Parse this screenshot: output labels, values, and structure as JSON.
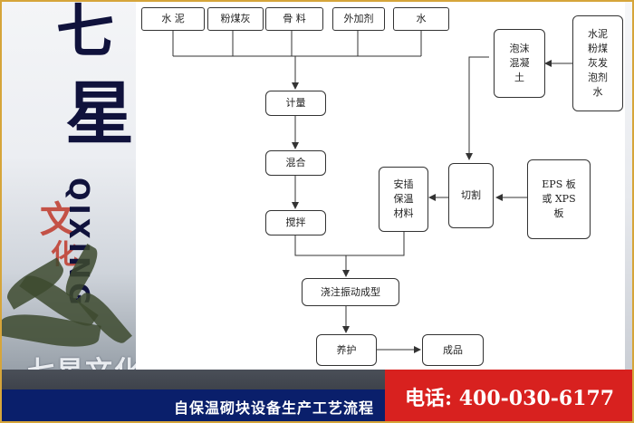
{
  "branding": {
    "logo_char_1": "七",
    "logo_char_2": "星",
    "logo_char_3": "文",
    "logo_char_4": "化",
    "logo_pinyin": "QIXING",
    "stamp_text": "七星文化"
  },
  "flowchart": {
    "materials": [
      "水 泥",
      "粉煤灰",
      "骨 料",
      "外加剂",
      "水"
    ],
    "metering": "计量",
    "mixing": "混合",
    "stirring": "搅拌",
    "insulation_material": [
      "安插",
      "保温",
      "材料"
    ],
    "cutting": "切割",
    "foam_concrete": [
      "泡沫",
      "混凝",
      "土"
    ],
    "foam_inputs": [
      "水泥",
      "粉煤",
      "灰发",
      "泡剂",
      "水"
    ],
    "eps_board": [
      "EPS 板",
      "或 XPS",
      "板"
    ],
    "casting": "浇注振动成型",
    "curing": "养护",
    "product": "成品"
  },
  "footer": {
    "title": "自保温砌块设备生产工艺流程",
    "phone": "电话: 400-030-6177"
  },
  "colors": {
    "footer_title_bg": "#0a1f6b",
    "footer_phone_bg": "#d8211f",
    "frame": "#d6a53a"
  }
}
